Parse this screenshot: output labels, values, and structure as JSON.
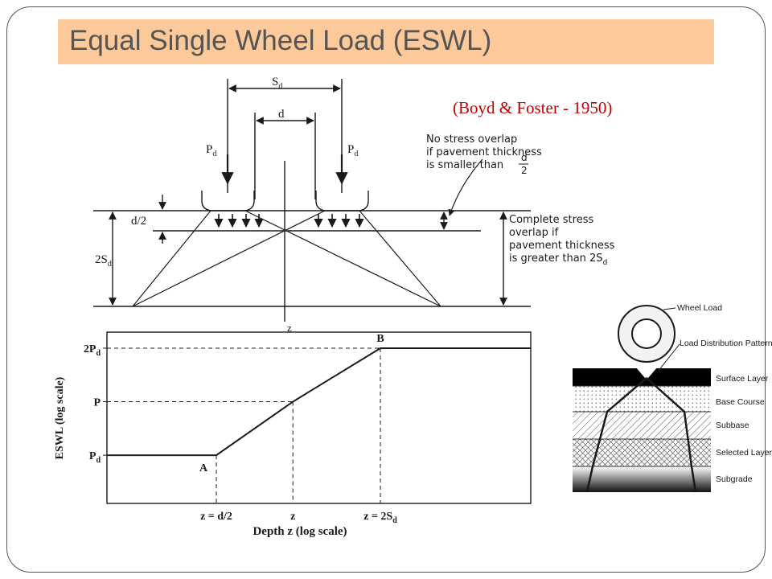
{
  "slide": {
    "title": "Equal Single Wheel Load (ESWL)",
    "citation": "(Boyd & Foster - 1950)"
  },
  "top_diagram": {
    "spacing_label": "S",
    "spacing_sub": "d",
    "gap_label": "d",
    "load_left": "P",
    "load_left_sub": "d",
    "load_right": "P",
    "load_right_sub": "d",
    "half_d_label": "d/2",
    "depth_label": "2S",
    "depth_sub": "d",
    "note_no_overlap_1": "No stress overlap",
    "note_no_overlap_2": "if pavement thickness",
    "note_no_overlap_3": "is smaller than",
    "frac_num": "d",
    "frac_den": "2",
    "note_overlap_1": "Complete stress",
    "note_overlap_2": "overlap if",
    "note_overlap_3": "pavement thickness",
    "note_overlap_4": "is greater than 2S",
    "note_overlap_sub": "d",
    "z_label": "z"
  },
  "chart_data": {
    "type": "line",
    "ylabel": "ESWL (log scale)",
    "xlabel": "Depth z (log scale)",
    "x_ticks": [
      "z = d/2",
      "z",
      "z = 2S"
    ],
    "x_tick_sub": "d",
    "y_ticks": [
      {
        "text": "P",
        "sub": "d"
      },
      {
        "text": "P",
        "sub": ""
      },
      {
        "text": "2P",
        "sub": "d"
      }
    ],
    "points": [
      {
        "label": "",
        "x": 0.0,
        "y": 0.0
      },
      {
        "label": "A",
        "x": 0.4,
        "y": 0.0
      },
      {
        "label": "",
        "x": 0.68,
        "y": 0.5
      },
      {
        "label": "B",
        "x": 1.0,
        "y": 1.0
      },
      {
        "label": "",
        "x": 1.55,
        "y": 1.0
      }
    ],
    "xlim": [
      0,
      1.55
    ],
    "ylim": [
      -0.45,
      1.15
    ]
  },
  "layers": {
    "wheel_load": "Wheel Load",
    "distribution": "Load Distribution Pattern",
    "items": [
      "Surface Layer",
      "Base Course",
      "Subbase",
      "Selected Layers",
      "Subgrade"
    ]
  }
}
